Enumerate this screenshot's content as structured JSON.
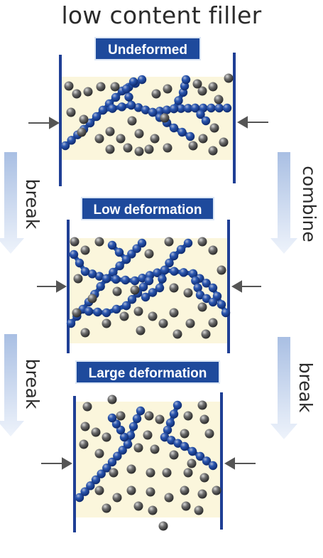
{
  "title": "low content filler",
  "stages": [
    {
      "label": "Undeformed"
    },
    {
      "label": "Low deformation"
    },
    {
      "label": "Large deformation"
    }
  ],
  "side_labels": {
    "left_top": "break",
    "left_bottom": "break",
    "right_top": "combine",
    "right_bottom": "break"
  },
  "colors": {
    "chain": "#1f4ea6",
    "particle": "#5f5f5f",
    "box_fill": "#fbf6dc",
    "wall": "#1f3f95",
    "label_bg": "#1e4a9c",
    "flow_arrow": "#c9d8ef"
  }
}
